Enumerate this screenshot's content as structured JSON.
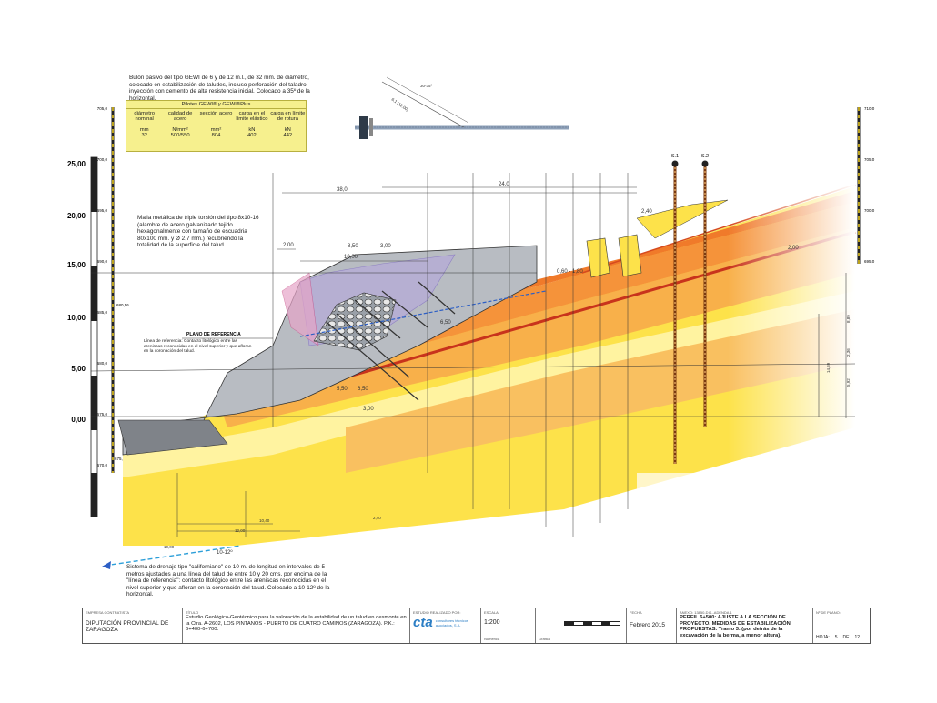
{
  "notes": {
    "anchor": "Bulón pasivo del tipo GEWI de 6 y de 12 m.l., de 32 mm. de diámetro, colocado en estabilización de taludes, incluso perforación del taladro, inyección con cemento de alta resistencia inicial. Colocado a 35º de la horizontal.",
    "mesh": "Malla metálica de triple torsión del tipo 8x10-16 (alambre de acero galvanizado tejido hexagonalmente con tamaño de escuadria 80x100 mm. y Ø 2,7 mm.) recubriendo la totalidad de la superficie del talud.",
    "drain": "Sistema de drenaje tipo \"californiano\" de 10 m. de longitud en intervalos de 5 metros ajustados a una línea del talud de entre 10 y 20 cms. por encima de la \"línea de referencia\": contacto litológico entre las areniscas reconocidas en el nivel superior y que afloran en la coronación del talud. Colocado a 10-12º de la horizontal.",
    "reference_plane_title": "PLANO DE REFERENCIA",
    "reference_plane_text": "Línea de referencia: Contacto litológico entre las areniscas reconocidas en el nivel superior y que afloran en la coronación del talud."
  },
  "properties_table": {
    "title": "Pilotes GEWI® y GEWI®Plus",
    "headers": [
      "diámetro nominal",
      "calidad de acero",
      "sección acero",
      "carga en el límite elástico",
      "carga en límite de rotura"
    ],
    "units": [
      "mm",
      "N/mm²",
      "mm²",
      "kN",
      "kN"
    ],
    "values": [
      "32",
      "500/550",
      "804",
      "402",
      "442"
    ]
  },
  "left_axis": {
    "ticks": [
      "25,00",
      "20,00",
      "15,00",
      "10,00",
      "5,00",
      "0,00"
    ]
  },
  "left_scale": {
    "ticks": [
      "705,0",
      "700,0",
      "695,0",
      "690,0",
      "685,0",
      "680,0",
      "675,0",
      "670,0"
    ],
    "extra": [
      "680,56",
      "675,55"
    ]
  },
  "right_scale": {
    "ticks": [
      "710,0",
      "705,0",
      "700,0",
      "695,0"
    ]
  },
  "dimensions": {
    "d1": "38,0",
    "d2": "24,0",
    "d3": "10,00",
    "d4": "8,50",
    "d5": "3,00",
    "d6": "2,00",
    "d7": "2,40",
    "d8": "0,60 - 1,80",
    "d9": "2,00",
    "d10": "6,50",
    "d11": "5,50",
    "d12": "6,50",
    "d13": "3,00",
    "d14": "10,40",
    "d15": "12,00",
    "d16": "2,40",
    "d17": "10,00",
    "d18": "10-12º",
    "d19": "30-35º",
    "d20": "6,1 (12,00)",
    "d21": "5,92",
    "d22": "2,36",
    "d23": "14,69",
    "d24": "8,89"
  },
  "boreholes": [
    "S.1",
    "S.2"
  ],
  "title_block": {
    "client_caption": "EMPRESA CONTRATISTA",
    "client": "DIPUTACIÓN PROVINCIAL DE ZARAGOZA",
    "title_caption": "TÍTULO",
    "title": "Estudio Geológico-Geotécnico para la valoración de la estabilidad de un talud en desmonte en la Ctra. A-2602, LOS PINTANOS - PUERTO DE CUATRO CAMINOS (ZARAGOZA). P.K.: 6+400-6+700.",
    "company_caption": "ESTUDIO REALIZADO POR:",
    "company_logo": "cta",
    "company_name": "consultores técnicos asociados, S.A.",
    "scale_caption": "ESCALA",
    "scale": "1:200",
    "scale_numeric": "Numérica",
    "scale_graphic": "Gráfica",
    "date_caption": "FECHA",
    "date": "Febrero 2015",
    "annex": "ANEXO: 13850-DIS-.ADENDA 1",
    "plan_title": "PERFIL 6+500: AJUSTE A LA SECCIÓN DE PROYECTO. MEDIDAS DE ESTABILIZACIÓN PROPUESTAS. Tramo 3. (por detrás de la excavación de la berma, a menor altura).",
    "plan_no_caption": "Nº DE PLANO:",
    "sheet_label": "HOJA:",
    "sheet": "5",
    "of_label": "DE",
    "sheets": "12"
  }
}
